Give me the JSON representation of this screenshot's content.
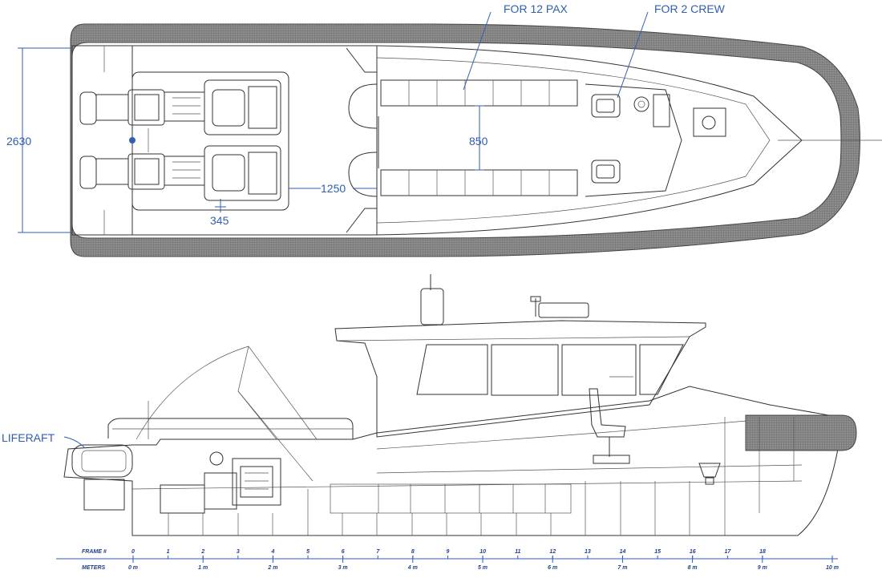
{
  "plan_view": {
    "pax_label": "FOR 12 PAX",
    "crew_label": "FOR 2 CREW",
    "dim_beam": "2630",
    "dim_aisle": "850",
    "dim_engine_gap": "1250",
    "dim_engine_offset": "345"
  },
  "profile_view": {
    "liferaft_label": "LIFERAFT"
  },
  "scale": {
    "frame_label": "FRAME #",
    "frames": [
      "0",
      "1",
      "2",
      "3",
      "4",
      "5",
      "6",
      "7",
      "8",
      "9",
      "10",
      "11",
      "12",
      "13",
      "14",
      "15",
      "16",
      "17",
      "18"
    ],
    "meters_label": "METERS",
    "meters": [
      "0 m",
      "1 m",
      "2 m",
      "3 m",
      "4 m",
      "5 m",
      "6 m",
      "7 m",
      "8 m",
      "9 m",
      "10 m"
    ]
  },
  "colors": {
    "annotation": "#2f5fb0",
    "tube": "#8a8a8a"
  }
}
